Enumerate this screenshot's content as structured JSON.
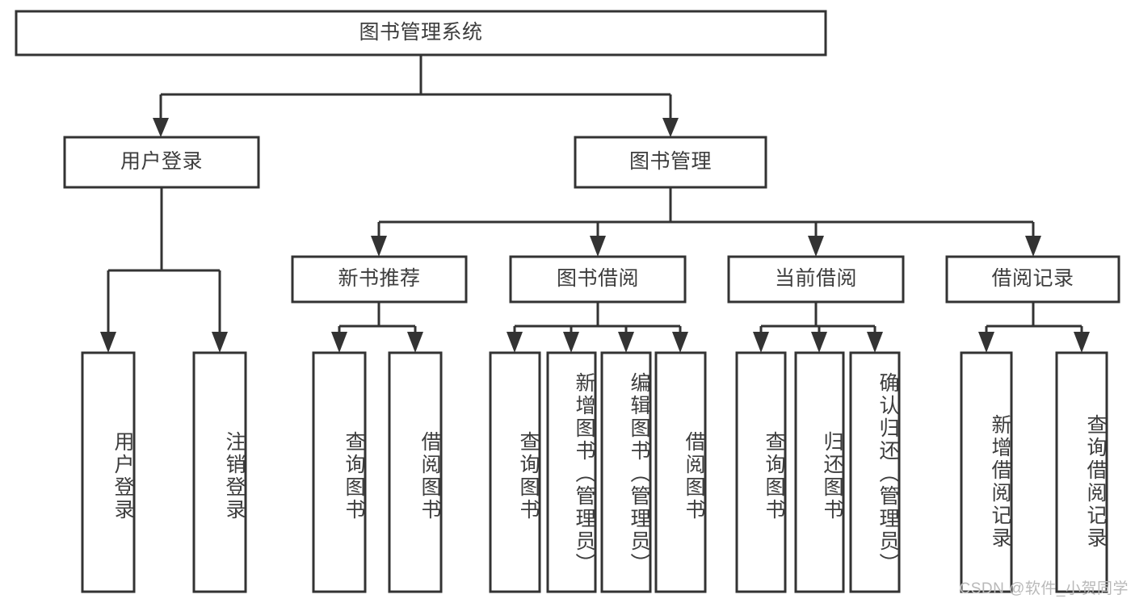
{
  "diagram": {
    "type": "tree-hierarchy-flowchart",
    "title": "图书管理系统",
    "orientation": "top-down",
    "nodes": {
      "root": {
        "label": "图书管理系统"
      },
      "level2": [
        {
          "label": "用户登录"
        },
        {
          "label": "图书管理"
        }
      ],
      "level3": [
        {
          "label": "新书推荐"
        },
        {
          "label": "图书借阅"
        },
        {
          "label": "当前借阅"
        },
        {
          "label": "借阅记录"
        }
      ],
      "leaves_user_login": [
        {
          "label": "用户登录"
        },
        {
          "label": "注销登录"
        }
      ],
      "leaves_new_book": [
        {
          "label": "查询图书"
        },
        {
          "label": "借阅图书"
        }
      ],
      "leaves_borrow": [
        {
          "label": "查询图书"
        },
        {
          "label": "新增图书（管理员）"
        },
        {
          "label": "编辑图书（管理员）"
        },
        {
          "label": "借阅图书"
        }
      ],
      "leaves_current": [
        {
          "label": "查询图书"
        },
        {
          "label": "归还图书"
        },
        {
          "label": "确认归还（管理员）"
        }
      ],
      "leaves_records": [
        {
          "label": "新增借阅记录"
        },
        {
          "label": "查询借阅记录"
        }
      ]
    },
    "colors": {
      "box_stroke": "#333333",
      "box_fill": "#ffffff",
      "text": "#3d3d3d",
      "connector": "#333333",
      "watermark": "#b9b9b9",
      "background": "#ffffff"
    }
  },
  "watermark": {
    "text": "CSDN @软件_小贺同学"
  }
}
